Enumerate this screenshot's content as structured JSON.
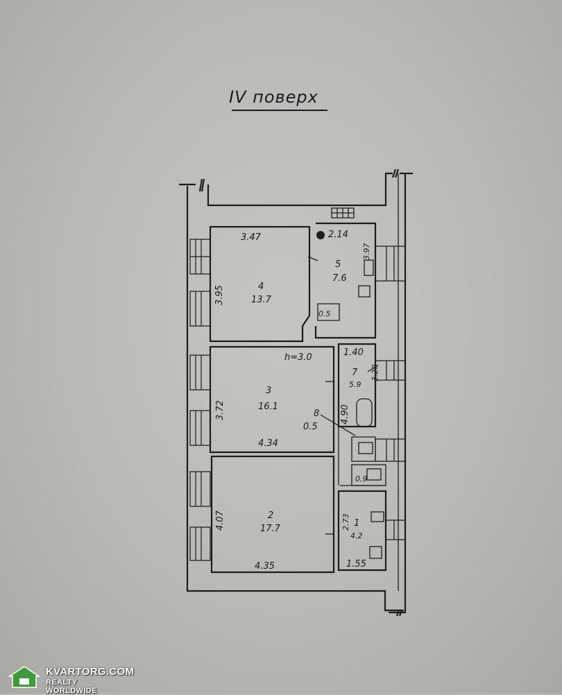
{
  "floor_title": "IV поверх",
  "rooms": [
    {
      "id": "4",
      "area": "13.7",
      "width": "3.47",
      "length": "3.95"
    },
    {
      "id": "5",
      "area": "7.6",
      "width": "2.14",
      "length": "3.97"
    },
    {
      "id": "3",
      "area": "16.1",
      "width": "4.34",
      "length": "3.72",
      "height": "h=3.0"
    },
    {
      "id": "7",
      "area": "5.9",
      "width": "1.40",
      "length": "3.20"
    },
    {
      "id": "8",
      "area": "0.5"
    },
    {
      "id": "2",
      "area": "17.7",
      "width": "4.35",
      "length": "4.07"
    },
    {
      "id": "1",
      "area": "4.2",
      "width": "1.55",
      "length": "2.73"
    }
  ],
  "extra_labels": {
    "pantry": "0.5",
    "wc": "0.9",
    "corridor_length": "4.90"
  },
  "watermark": {
    "name": "KVARTORG.COM",
    "tagline": "REALTY WORLDWIDE",
    "color": "#3d9b3a"
  }
}
